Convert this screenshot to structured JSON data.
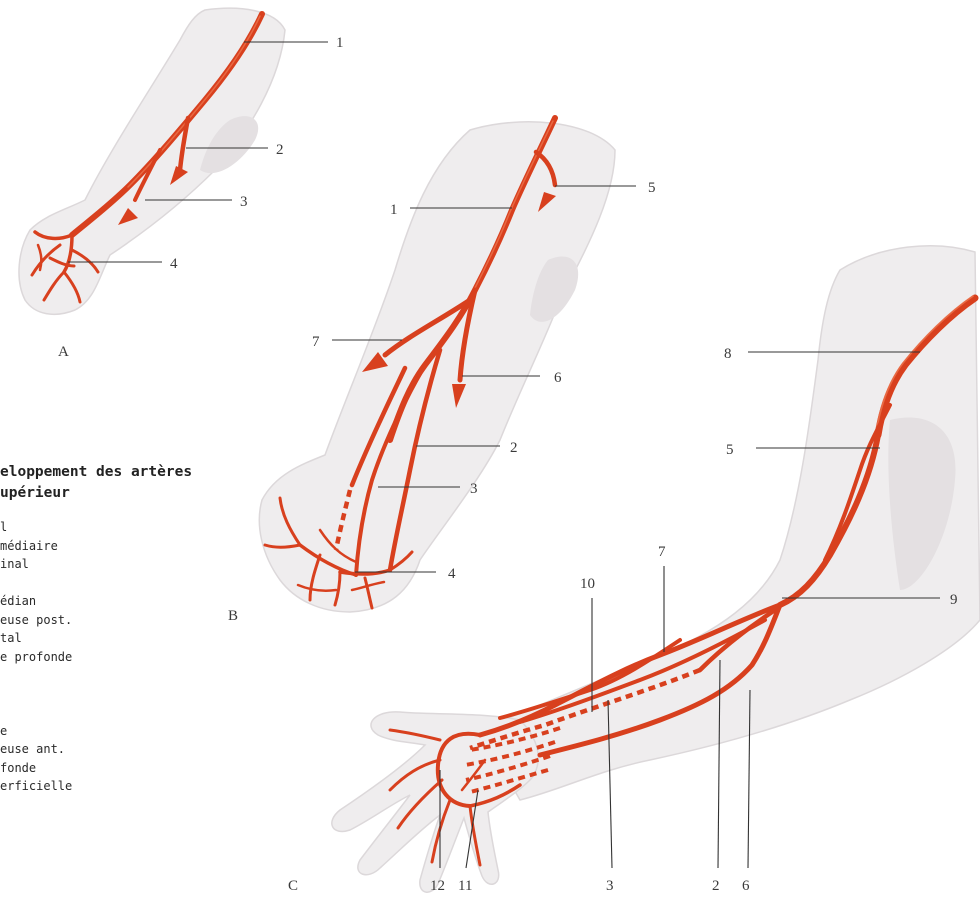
{
  "legend": {
    "title_line1": "eloppement des artères",
    "title_line2": "upérieur",
    "items": [
      "l",
      "médiaire",
      "inal",
      "",
      "édian",
      "euse post.",
      "tal",
      "e profonde",
      "",
      "",
      "",
      "e",
      "euse ant.",
      "fonde",
      "erficielle"
    ]
  },
  "panels": {
    "a": "A",
    "b": "B",
    "c": "C"
  },
  "labels_a": [
    "1",
    "2",
    "3",
    "4"
  ],
  "labels_b": [
    "5",
    "1",
    "7",
    "6",
    "2",
    "3",
    "4"
  ],
  "labels_c": [
    "8",
    "5",
    "7",
    "10",
    "9",
    "12",
    "11",
    "3",
    "2",
    "6"
  ],
  "colors": {
    "artery": "#d8401e",
    "skin": "#efedee"
  }
}
